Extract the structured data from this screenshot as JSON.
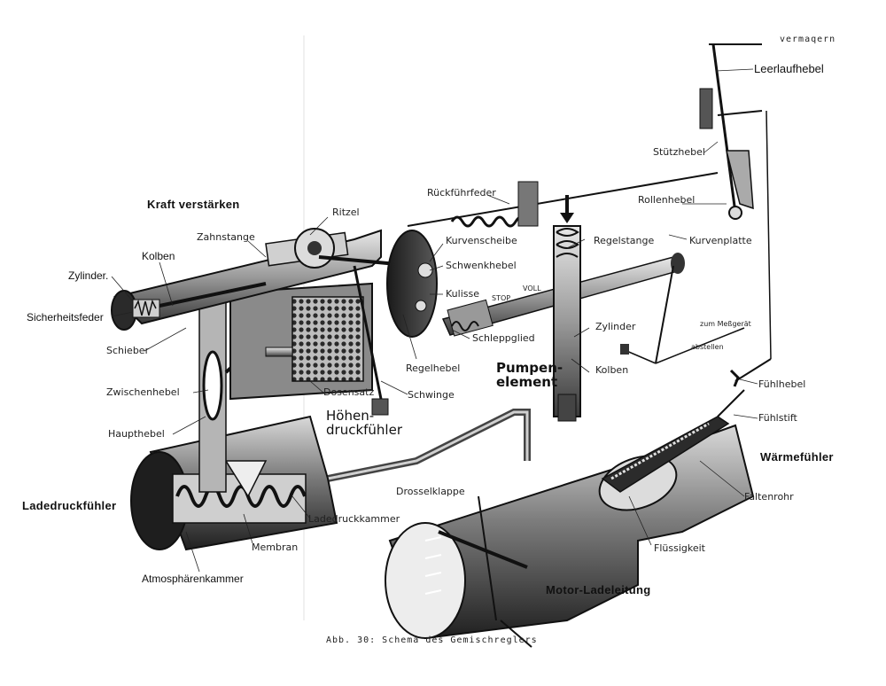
{
  "labels": {
    "vermaqern": "vermaqern",
    "leerlaufhebel": "Leerlaufhebel",
    "stuetzhebel": "Stützhebel",
    "rueckfuehrfeder": "Rückführfeder",
    "rollenhebel": "Rollenhebel",
    "kraft_verstaerken": "Kraft verstärken",
    "ritzel": "Ritzel",
    "zahnstange": "Zahnstange",
    "kurvenscheibe": "Kurvenscheibe",
    "regelstange": "Regelstange",
    "kurvenplatte": "Kurvenplatte",
    "kolben_left": "Kolben",
    "schwenkhebel": "Schwenkhebel",
    "zylinder_left": "Zylinder.",
    "kulisse": "Kulisse",
    "stop": "STOP",
    "voll": "VOLL",
    "sicherheitsfeder": "Sicherheitsfeder",
    "schleppglied": "Schleppglied",
    "zylinder_mid": "Zylinder",
    "zum_messgeraet": "zum Meßgerät",
    "schieber": "Schieber",
    "abstellen": "abstellen",
    "pumpen": "Pumpen-",
    "element": "element",
    "regelhebel": "Regelhebel",
    "kolben_mid": "Kolben",
    "zwischenhebel": "Zwischenhebel",
    "dosensatz": "Dosensatz",
    "schwinge": "Schwinge",
    "fuehlhebel": "Fühlhebel",
    "hoehen": "Höhen-",
    "druckfuehler": "druckfühler",
    "fuehlstift": "Fühlstift",
    "haupthebel": "Haupthebel",
    "waermefuehler": "Wärmefühler",
    "drosselklappe": "Drosselklappe",
    "faltenrohr": "Faltenrohr",
    "ladedruckfuehler": "Ladedruckfühler",
    "ladedruckkammer": "Ladedruckkammer",
    "membran": "Membran",
    "fluessigkeit": "Flüssigkeit",
    "atmosphaerenkammer": "Atmosphärenkammer",
    "motor_ladeleitung": "Motor-Ladeleitung"
  },
  "caption": "Abb. 30: Schema des Gemischreglers"
}
